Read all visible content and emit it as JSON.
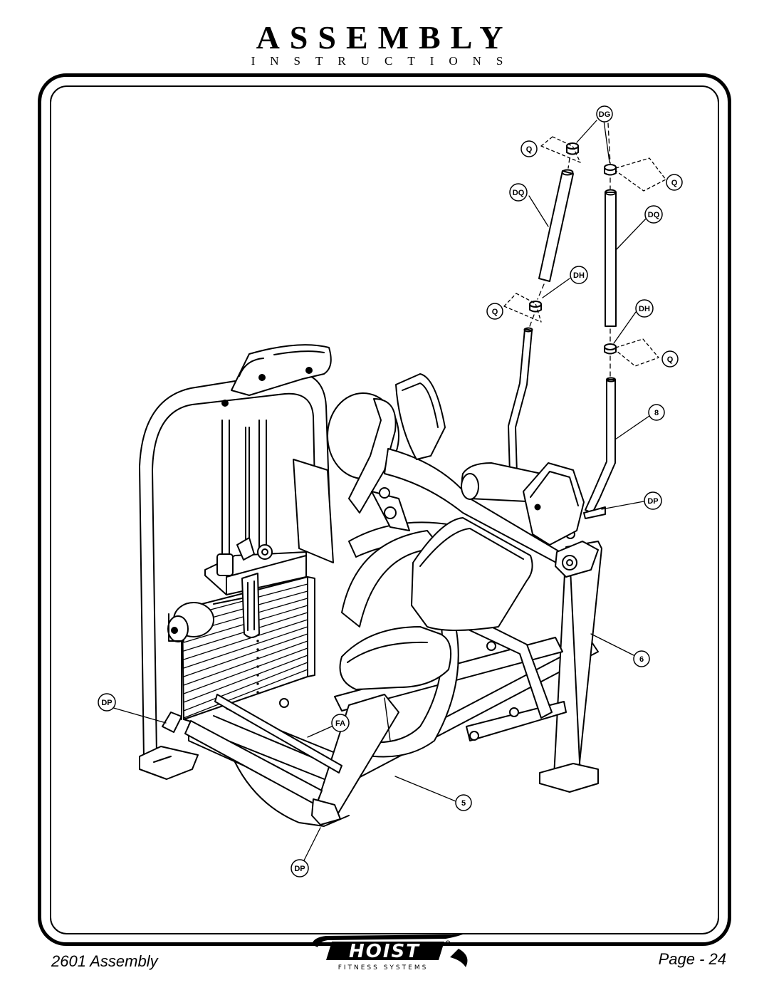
{
  "header": {
    "title": "ASSEMBLY",
    "subtitle": "INSTRUCTIONS"
  },
  "callouts": {
    "dg": "DG",
    "q": "Q",
    "dq": "DQ",
    "dh": "DH",
    "dp": "DP",
    "fa": "FA",
    "part_8": "8",
    "part_6": "6",
    "part_5": "5"
  },
  "logo": {
    "brand": "HOIST",
    "tagline": "FITNESS SYSTEMS"
  },
  "footer": {
    "left": "2601 Assembly",
    "right": "Page - 24"
  }
}
